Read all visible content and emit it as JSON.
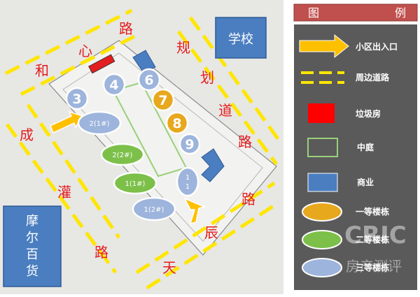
{
  "map": {
    "school": "学校",
    "mall": "摩尔百货",
    "roads": {
      "north": [
        "和",
        "心",
        "路"
      ],
      "east": [
        "规",
        "划",
        "道",
        "路"
      ],
      "west": [
        "成",
        "灌",
        "路"
      ],
      "south": [
        "天",
        "辰",
        "路"
      ]
    },
    "building_labels": {
      "b3": "3",
      "b4": "4",
      "b6": "6",
      "b7": "7",
      "b8": "8",
      "b9": "9",
      "b2_1": "2(1#)",
      "b2_2": "2(2#)",
      "b1_1": "1(1#)",
      "b1_2": "1(2#)",
      "b1_tall_a": "1",
      "b1_tall_b": "1"
    },
    "colors": {
      "first_class": "#E8A81E",
      "second_class": "#7CC04A",
      "third_class": "#9DB4DC",
      "commercial": "#4A7EC0",
      "garbage": "#E41E1E",
      "road": "#FFE600",
      "courtyard": "#9AD07A",
      "entrance": "#FFC000"
    }
  },
  "legend": {
    "title_left": "图",
    "title_right": "例",
    "items": [
      {
        "icon": "entrance-arrow-icon",
        "label": "小区出入口"
      },
      {
        "icon": "road-dash-icon",
        "label": "周边道路"
      },
      {
        "icon": "garbage-room-icon",
        "label": "垃圾房"
      },
      {
        "icon": "courtyard-icon",
        "label": "中庭"
      },
      {
        "icon": "commercial-icon",
        "label": "商业"
      },
      {
        "icon": "first-class-building-icon",
        "label": "一等楼栋"
      },
      {
        "icon": "second-class-building-icon",
        "label": "二等楼栋"
      },
      {
        "icon": "third-class-building-icon",
        "label": "三等楼栋"
      }
    ]
  },
  "watermark": {
    "text": "CRIC",
    "subtext": "房产测评"
  }
}
